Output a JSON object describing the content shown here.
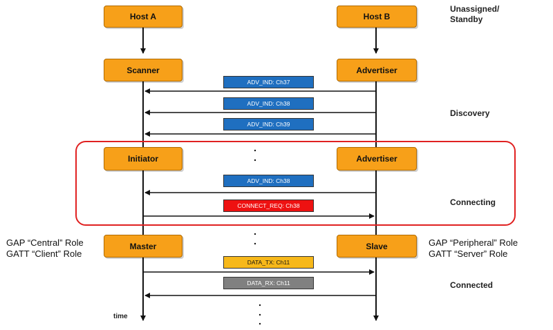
{
  "nodes": {
    "host_a": "Host A",
    "host_b": "Host B",
    "scanner": "Scanner",
    "advertiser_1": "Advertiser",
    "initiator": "Initiator",
    "advertiser_2": "Advertiser",
    "master": "Master",
    "slave": "Slave"
  },
  "messages": {
    "m1": "ADV_IND: Ch37",
    "m2": "ADV_IND: Ch38",
    "m3": "ADV_IND: Ch39",
    "m4": "ADV_IND: Ch38",
    "m5": "CONNECT_REQ: Ch38",
    "m6": "DATA_TX: Ch11",
    "m7": "DATA_RX: Ch11"
  },
  "states": {
    "unassigned": "Unassigned/",
    "standby": "Standby",
    "discovery": "Discovery",
    "connecting": "Connecting",
    "connected": "Connected"
  },
  "roles": {
    "gap_central": "GAP “Central” Role",
    "gatt_client": "GATT “Client” Role",
    "gap_peripheral": "GAP “Peripheral” Role",
    "gatt_server": "GATT “Server” Role"
  },
  "time_label": "time",
  "colors": {
    "node_fill": "#f7a019",
    "blue_msg": "#1f6fc0",
    "red_msg": "#ee1111",
    "yellow_msg": "#f7b81a",
    "grey_msg": "#808080",
    "highlight": "#e02020"
  }
}
